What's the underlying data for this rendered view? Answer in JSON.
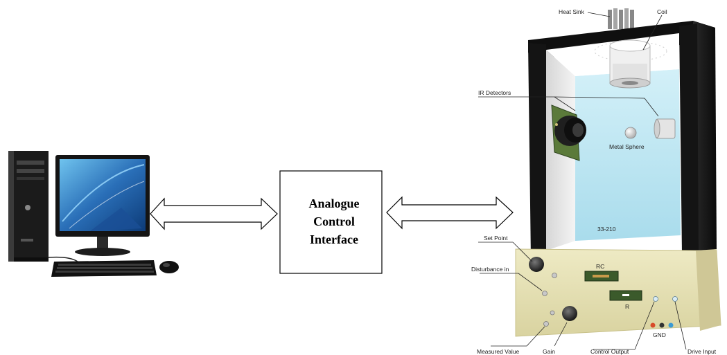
{
  "interface_box": {
    "lines": [
      "Analogue",
      "Control",
      "Interface"
    ]
  },
  "apparatus": {
    "heat_sink_label": "Heat Sink",
    "coil_label": "Coil",
    "ir_detectors_label": "IR Detectors",
    "metal_sphere_label": "Metal Sphere",
    "model_number": "33-210",
    "set_point_label": "Set Point",
    "disturbance_label": "Disturbance in",
    "rc_label": "RC",
    "r_label": "R",
    "gnd_label": "GND",
    "measured_value_label": "Measured Value",
    "gain_label": "Gain",
    "control_output_label": "Control Output",
    "drive_input_label": "Drive Input"
  },
  "colors": {
    "cabinet_black": "#1a1a1a",
    "chamber_blue": "#bfe6f2",
    "base_beige": "#e6e1b0",
    "monitor_blue": "#2a6fb8"
  }
}
